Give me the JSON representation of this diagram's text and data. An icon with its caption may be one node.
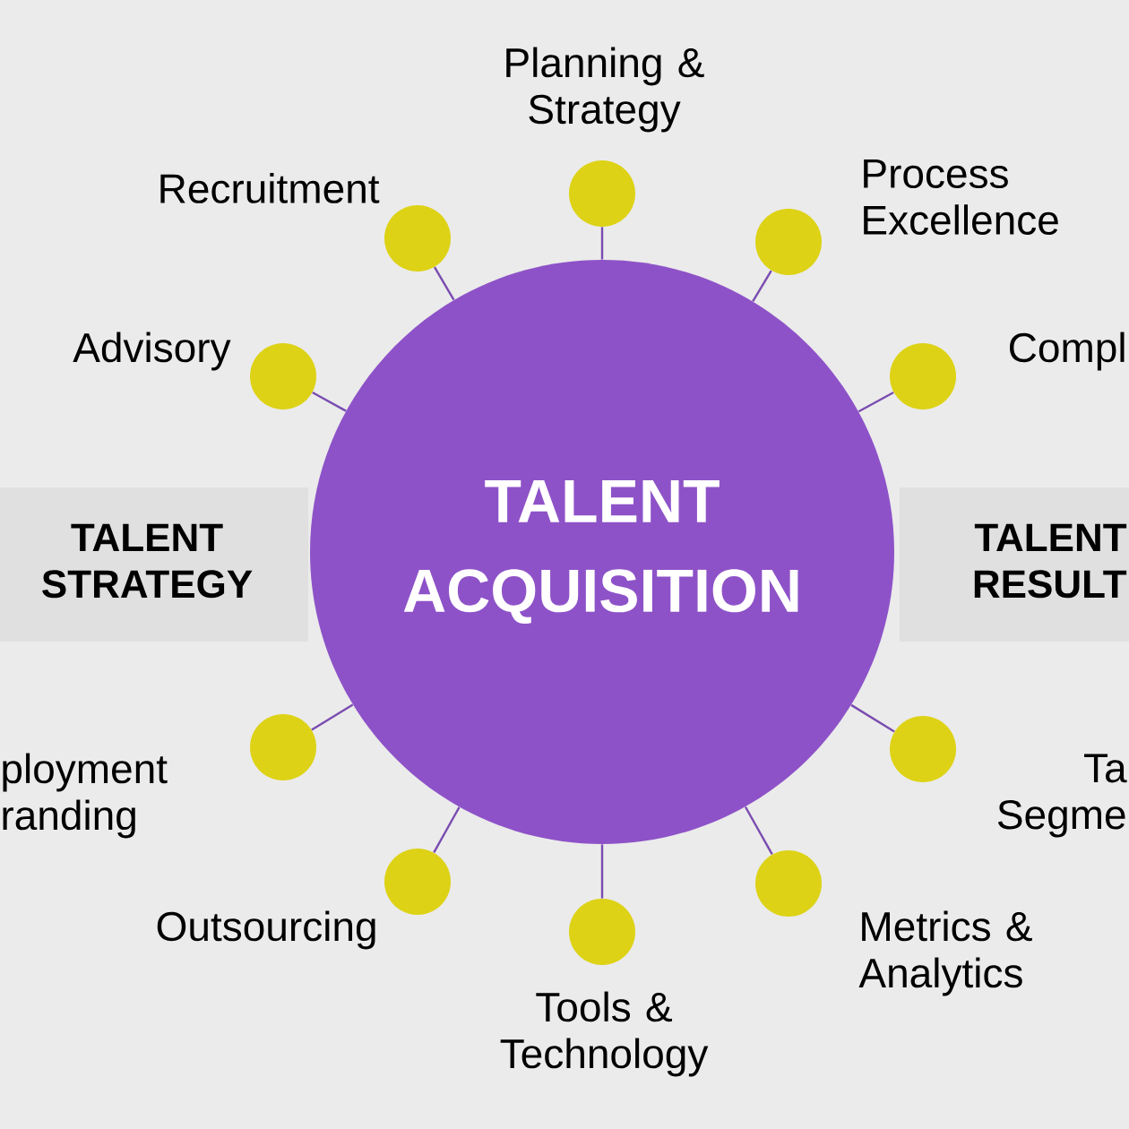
{
  "diagram": {
    "nodes": [
      {
        "text": [],
        "shape": "circle",
        "beside": [
          "Planning & Strategy"
        ]
      },
      {
        "text": [],
        "shape": "circle",
        "beside": [
          "Recruitment"
        ]
      },
      {
        "text": [],
        "shape": "circle",
        "beside": [
          "Process Excellence"
        ]
      },
      {
        "text": [],
        "shape": "circle",
        "beside": [
          "Advisory"
        ]
      },
      {
        "text": [],
        "shape": "circle",
        "beside": [
          "Compl"
        ]
      },
      {
        "text": [
          "TALENT STRATEGY"
        ]
      },
      {
        "text": [
          "TALENT ACQUISITION"
        ]
      },
      {
        "text": [
          "TALENT RESULT"
        ]
      },
      {
        "text": [],
        "shape": "circle",
        "beside": [
          "ployment randing"
        ]
      },
      {
        "text": [],
        "shape": "circle",
        "beside": [
          "Ta Segme"
        ]
      },
      {
        "text": [],
        "shape": "circle",
        "beside": [
          "Outsourcing"
        ]
      },
      {
        "text": [],
        "shape": "circle",
        "beside": [
          "Metrics & Analytics"
        ]
      },
      {
        "text": [],
        "shape": "circle",
        "beside": [
          "Tools & Technology"
        ]
      }
    ],
    "edges": [
      {
        "from": 6,
        "to": 0,
        "arrow": "none"
      },
      {
        "from": 6,
        "to": 1,
        "arrow": "none"
      },
      {
        "from": 6,
        "to": 2,
        "arrow": "none"
      },
      {
        "from": 6,
        "to": 3,
        "arrow": "none"
      },
      {
        "from": 6,
        "to": 4,
        "arrow": "none"
      },
      {
        "from": 6,
        "to": 8,
        "arrow": "none"
      },
      {
        "from": 6,
        "to": 9,
        "arrow": "none"
      },
      {
        "from": 6,
        "to": 10,
        "arrow": "none"
      },
      {
        "from": 6,
        "to": 11,
        "arrow": "none"
      },
      {
        "from": 6,
        "to": 12,
        "arrow": "none"
      }
    ]
  }
}
